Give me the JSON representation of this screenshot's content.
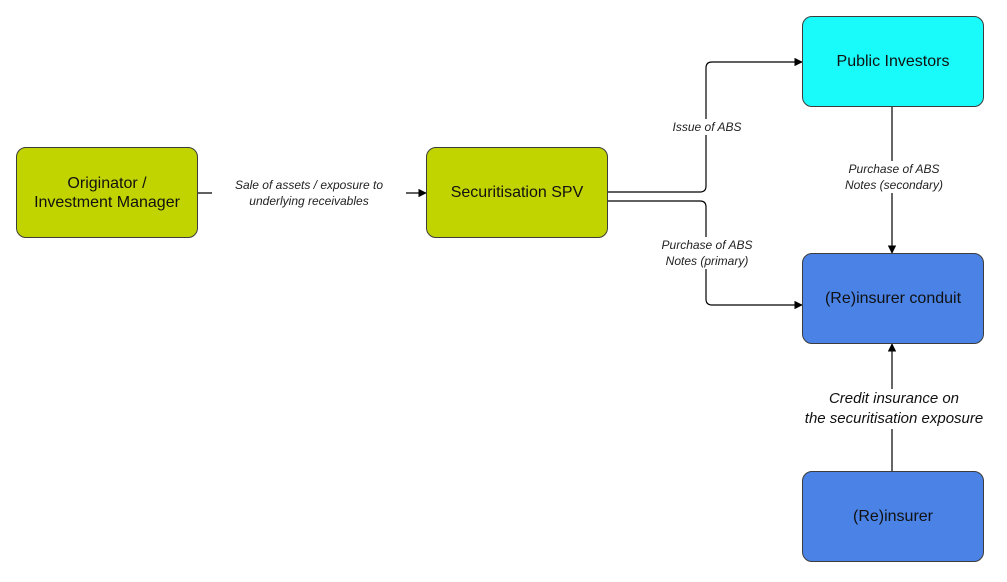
{
  "colors": {
    "green": "#c1d400",
    "cyan": "#19fbfb",
    "blue": "#4a82e6",
    "stroke": "#000000"
  },
  "nodes": {
    "originator": {
      "label": "Originator /\nInvestment Manager",
      "color": "green"
    },
    "spv": {
      "label": "Securitisation SPV",
      "color": "green"
    },
    "public_investors": {
      "label": "Public Investors",
      "color": "cyan"
    },
    "conduit": {
      "label": "(Re)insurer conduit",
      "color": "blue"
    },
    "reinsurer": {
      "label": "(Re)insurer",
      "color": "blue"
    }
  },
  "edges": {
    "sale": {
      "label": "Sale of assets / exposure to\nunderlying receivables",
      "from": "Originator / Investment Manager",
      "to": "Securitisation SPV"
    },
    "issue": {
      "label": "Issue of ABS",
      "from": "Securitisation SPV",
      "to": "Public Investors"
    },
    "primary": {
      "label": "Purchase of ABS\nNotes (primary)",
      "from": "Securitisation SPV",
      "to": "(Re)insurer conduit"
    },
    "secondary": {
      "label": "Purchase of ABS\nNotes (secondary)",
      "from": "Public Investors",
      "to": "(Re)insurer conduit"
    },
    "credit": {
      "label": "Credit insurance on\nthe securitisation exposure",
      "from": "(Re)insurer",
      "to": "(Re)insurer conduit"
    }
  }
}
